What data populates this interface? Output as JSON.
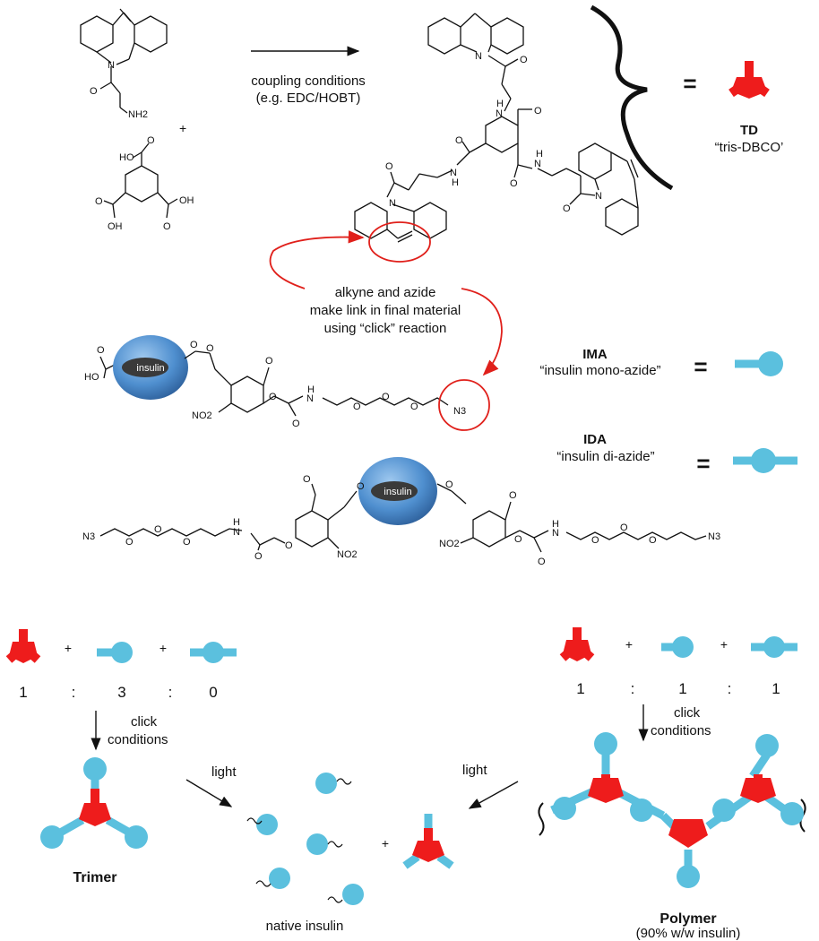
{
  "text": {
    "coupling1": "coupling conditions",
    "coupling2": "(e.g. EDC/HOBT)",
    "plus_top": "+",
    "equals_td": "=",
    "td_name": "TD",
    "td_sub": "“tris-DBCO’",
    "annot1": "alkyne and azide",
    "annot2": "make link in final material",
    "annot3": "using “click” reaction",
    "ima_name": "IMA",
    "ima_sub": "“insulin mono-azide”",
    "ida_name": "IDA",
    "ida_sub": "“insulin di-azide”",
    "equals_ima": "=",
    "equals_ida": "=",
    "insulin": "insulin",
    "chem": {
      "nh2": "NH2",
      "o": "O",
      "n": "N",
      "h": "H",
      "ho": "HO",
      "oh": "OH",
      "no2": "NO2",
      "n3": "N3"
    },
    "ratio_left": [
      "1",
      ":",
      "3",
      ":",
      "0"
    ],
    "ratio_right": [
      "1",
      ":",
      "1",
      ":",
      "1"
    ],
    "plus": "+",
    "click1": "click",
    "click2": "conditions",
    "light": "light",
    "trimer": "Trimer",
    "native": "native insulin",
    "polymer": "Polymer",
    "polymer_sub": "(90% w/w insulin)"
  }
}
